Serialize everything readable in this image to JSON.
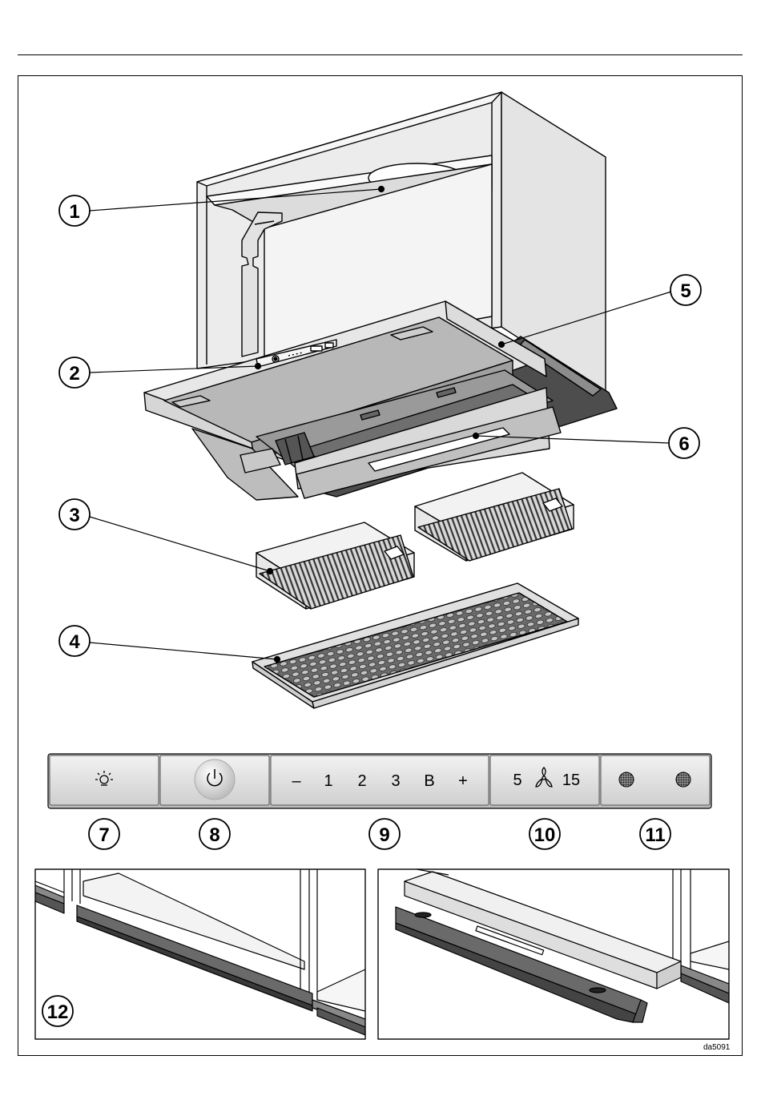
{
  "callouts": [
    {
      "id": "1",
      "label": "1"
    },
    {
      "id": "2",
      "label": "2"
    },
    {
      "id": "3",
      "label": "3"
    },
    {
      "id": "4",
      "label": "4"
    },
    {
      "id": "5",
      "label": "5"
    },
    {
      "id": "6",
      "label": "6"
    },
    {
      "id": "7",
      "label": "7"
    },
    {
      "id": "8",
      "label": "8"
    },
    {
      "id": "9",
      "label": "9"
    },
    {
      "id": "10",
      "label": "10"
    },
    {
      "id": "11",
      "label": "11"
    },
    {
      "id": "12",
      "label": "12"
    }
  ],
  "control_panel": {
    "fan_buttons": [
      "–",
      "1",
      "2",
      "3",
      "B",
      "+"
    ],
    "timer_left": "5",
    "timer_right": "15"
  },
  "reference_code": "da5091"
}
